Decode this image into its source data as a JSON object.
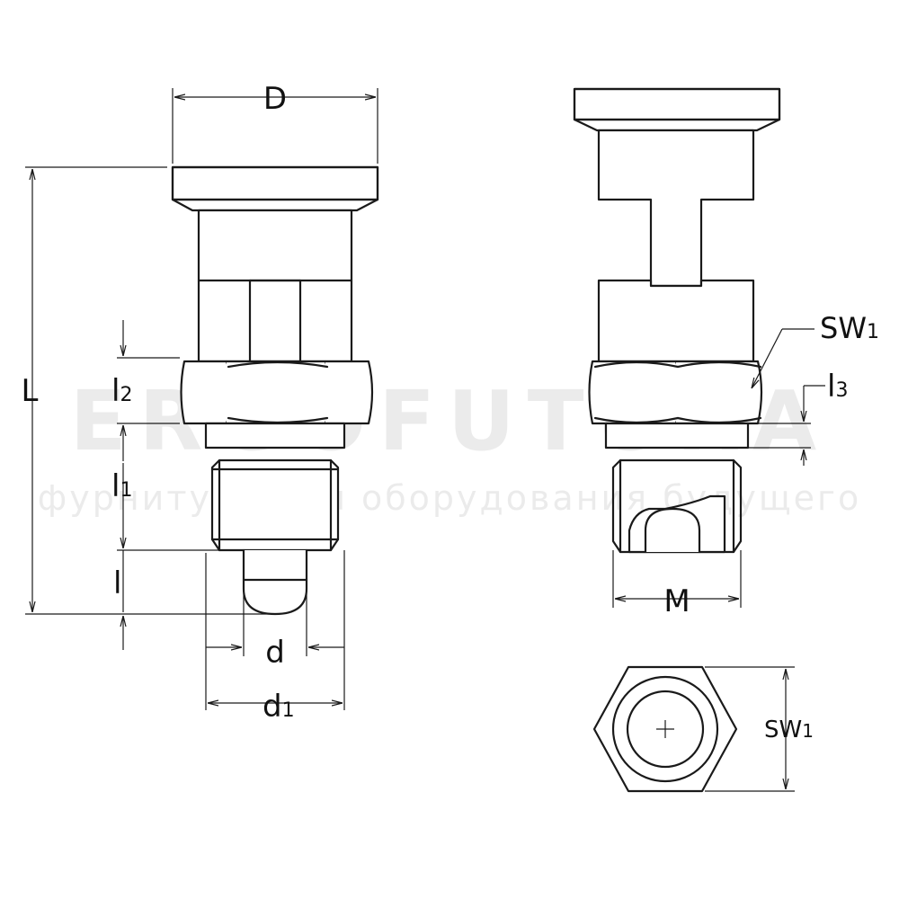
{
  "watermark": {
    "brand": "ERGOFUTURA",
    "tagline": "фурнитура для оборудования будущего"
  },
  "labels": {
    "D": "D",
    "L": "L",
    "l2": "l",
    "l2_sub": "2",
    "l1": "l",
    "l1_sub": "1",
    "l": "l",
    "d": "d",
    "d1": "d",
    "d1_sub": "1",
    "M": "M",
    "SW1_side": "SW",
    "SW1_side_sub": "1",
    "l3": "l",
    "l3_sub": "3",
    "SW1_top": "SW",
    "SW1_top_sub": "1"
  }
}
